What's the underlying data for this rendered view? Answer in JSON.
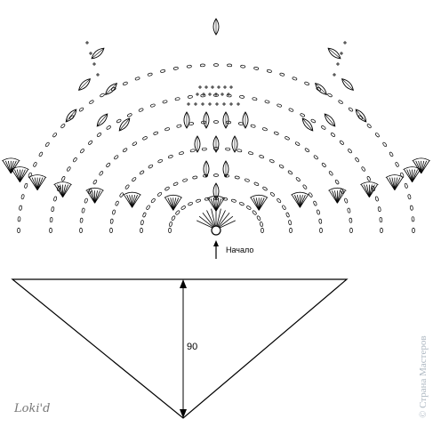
{
  "chart_labels": {
    "start": "Начало",
    "dimension": "90"
  },
  "signature": "Loki'd",
  "watermark": "© Страна Мастеров",
  "colors": {
    "ink": "#000000",
    "signature": "#777777",
    "watermark": "#9aa7b4"
  }
}
